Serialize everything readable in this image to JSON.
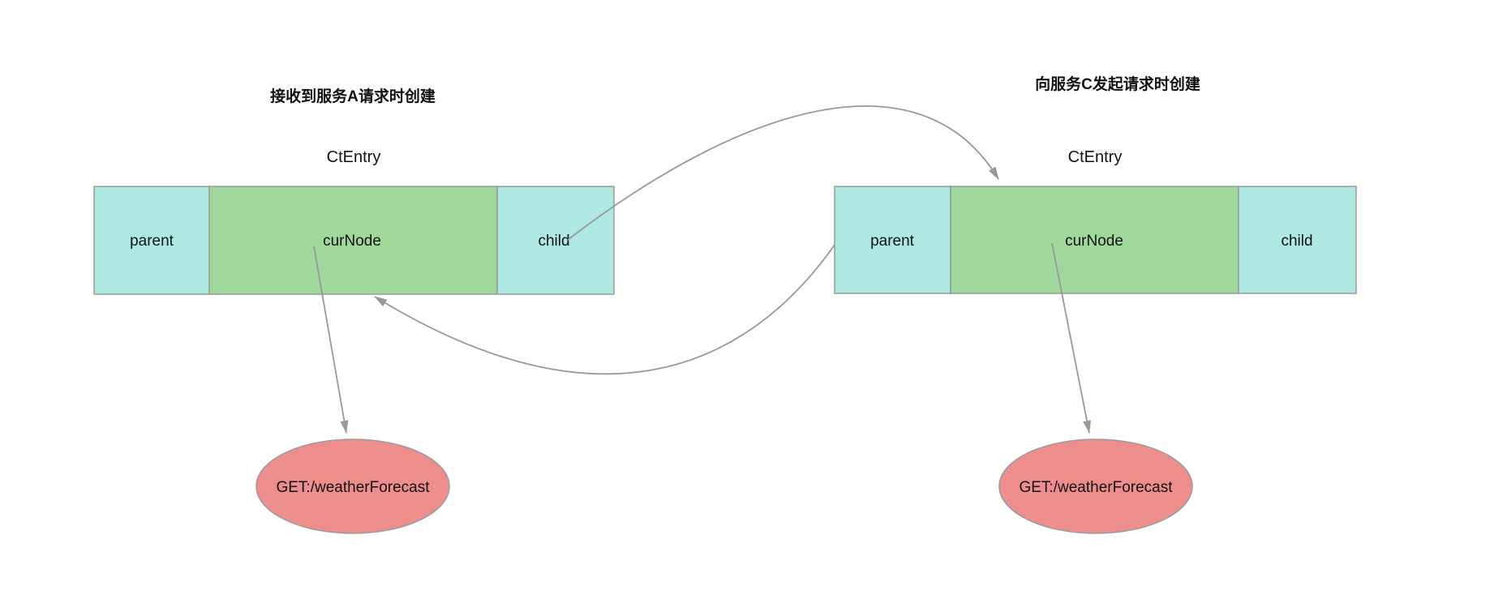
{
  "colors": {
    "cell_teal": "#aee9e1",
    "cell_green": "#a0d79b",
    "node_red": "#ee8e8c",
    "border_gray": "#9a9a9a",
    "arrow_gray": "#999999",
    "text_black": "#111111"
  },
  "left": {
    "caption": "接收到服务A请求时创建",
    "title": "CtEntry",
    "cells": {
      "parent": "parent",
      "cur_node": "curNode",
      "child": "child"
    },
    "node_label": "GET:/weatherForecast"
  },
  "right": {
    "caption": "向服务C发起请求时创建",
    "title": "CtEntry",
    "cells": {
      "parent": "parent",
      "cur_node": "curNode",
      "child": "child"
    },
    "node_label": "GET:/weatherForecast"
  }
}
